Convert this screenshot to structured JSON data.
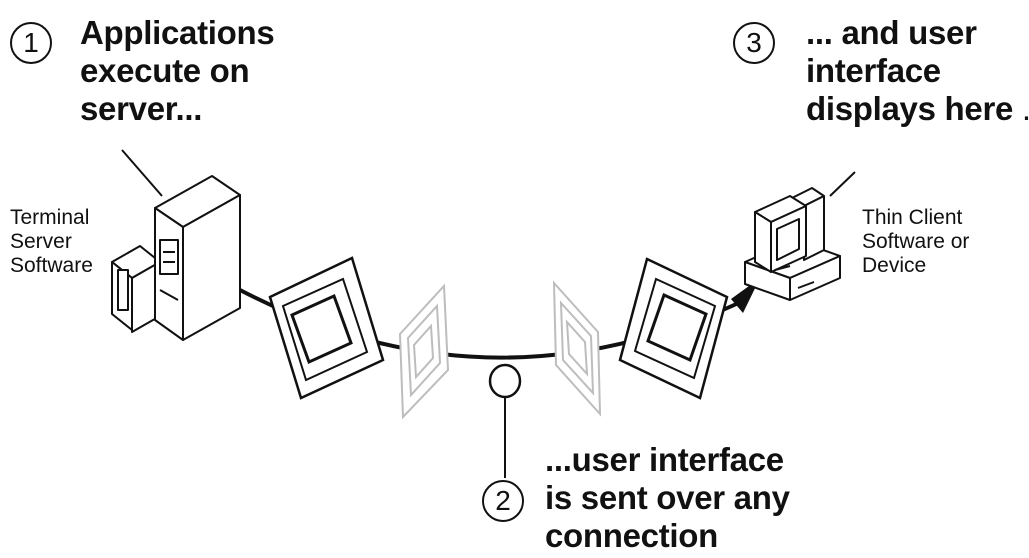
{
  "step1": {
    "number": "1",
    "lines": [
      "Applications",
      "execute on",
      "server..."
    ]
  },
  "step2": {
    "number": "2",
    "lines": [
      "...user interface",
      "is sent over any",
      "connection"
    ]
  },
  "step3": {
    "number": "3",
    "lines": [
      "... and user",
      "interface",
      "displays here"
    ],
    "ellipsis": "..."
  },
  "server_label": [
    "Terminal",
    "Server",
    "Software"
  ],
  "client_label": [
    "Thin Client",
    "Software or",
    "Device"
  ]
}
